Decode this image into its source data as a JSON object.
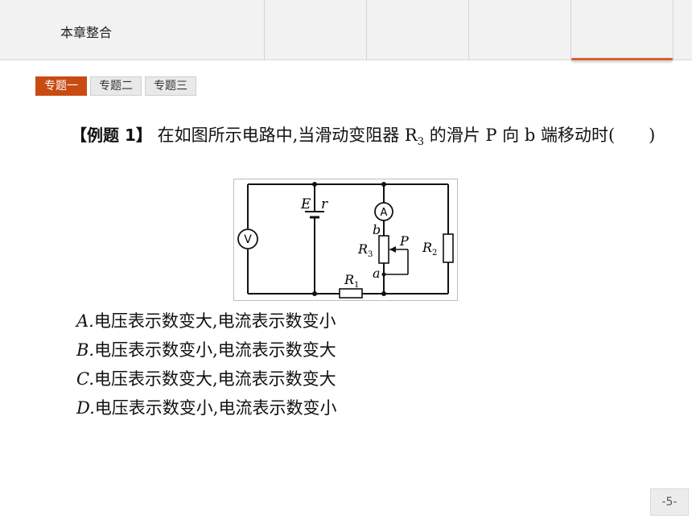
{
  "header": {
    "title": "本章整合"
  },
  "colors": {
    "accent": "#c84b12",
    "header_bg": "#f2f2f2"
  },
  "tabs": [
    {
      "label": "专题一",
      "active": true
    },
    {
      "label": "专题二",
      "active": false
    },
    {
      "label": "专题三",
      "active": false
    }
  ],
  "question": {
    "tag": "【例题 1】",
    "text_before": "在如图所示电路中,当滑动变阻器 R",
    "sub": "3",
    "text_after": " 的滑片 P 向 b 端移动时(　　)"
  },
  "figure": {
    "labels": {
      "E": "E",
      "r": "r",
      "V": "V",
      "A": "A",
      "b": "b",
      "a": "a",
      "P": "P",
      "R3": "R",
      "R3_sub": "3",
      "R2": "R",
      "R2_sub": "2",
      "R1": "R",
      "R1_sub": "1"
    }
  },
  "options": [
    {
      "letter": "A.",
      "text": "电压表示数变大,电流表示数变小"
    },
    {
      "letter": "B.",
      "text": "电压表示数变小,电流表示数变大"
    },
    {
      "letter": "C.",
      "text": "电压表示数变大,电流表示数变大"
    },
    {
      "letter": "D.",
      "text": "电压表示数变小,电流表示数变小"
    }
  ],
  "page_number": "-5-"
}
